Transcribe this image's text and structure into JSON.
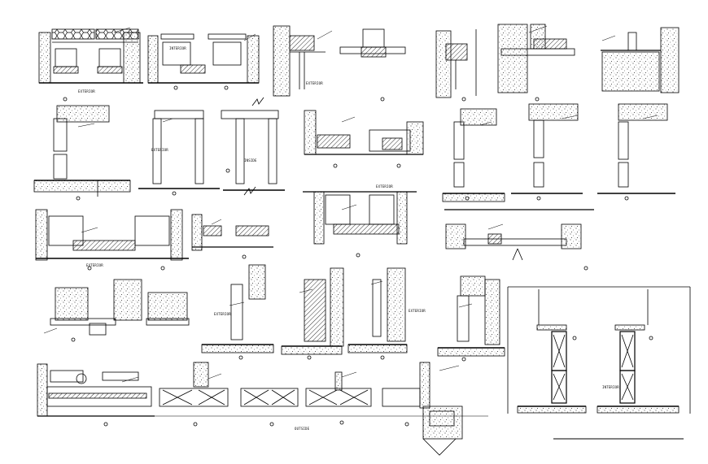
{
  "sheet": {
    "label_main": "EXTERIOR",
    "label_alt": "INTERIOR",
    "label_inside": "INSIDE",
    "label_outside": "OUTSIDE"
  },
  "colors": {
    "ink": "#000000",
    "paper": "#ffffff"
  }
}
